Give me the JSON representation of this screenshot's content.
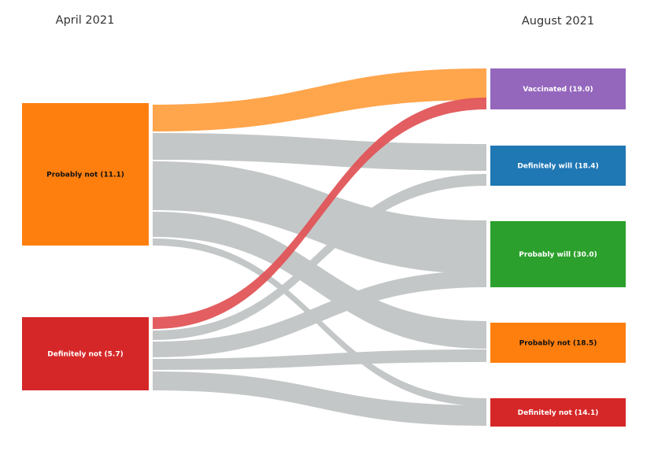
{
  "columns": {
    "left_title": "April 2021",
    "right_title": "August 2021"
  },
  "colors": {
    "vaccinated": "#9467bd",
    "definitely_will": "#1f77b4",
    "probably_will": "#2ca02c",
    "probably_not": "#ff7f0e",
    "definitely_not": "#d62728",
    "gray_link": "#c4c7c7"
  },
  "nodes": {
    "left": [
      {
        "id": "L_PN",
        "label": "Probably not (11.1)",
        "value": 11.1,
        "color": "#ff7f0e",
        "text_color": "#111111"
      },
      {
        "id": "L_DN",
        "label": "Definitely not (5.7)",
        "value": 5.7,
        "color": "#d62728",
        "text_color": "#ffffff"
      }
    ],
    "right": [
      {
        "id": "R_VAC",
        "label": "Vaccinated (19.0)",
        "value": 19.0,
        "color": "#9467bd",
        "text_color": "#ffffff"
      },
      {
        "id": "R_DW",
        "label": "Definitely will (18.4)",
        "value": 18.4,
        "color": "#1f77b4",
        "text_color": "#ffffff"
      },
      {
        "id": "R_PW",
        "label": "Probably will (30.0)",
        "value": 30.0,
        "color": "#2ca02c",
        "text_color": "#ffffff"
      },
      {
        "id": "R_PN",
        "label": "Probably not (18.5)",
        "value": 18.5,
        "color": "#ff7f0e",
        "text_color": "#111111"
      },
      {
        "id": "R_DN",
        "label": "Definitely not (14.1)",
        "value": 14.1,
        "color": "#d62728",
        "text_color": "#ffffff"
      }
    ]
  },
  "flows": [
    {
      "source": "L_PN",
      "target": "R_VAC",
      "value": 2.3,
      "color": "#ffa042"
    },
    {
      "source": "L_PN",
      "target": "R_DW",
      "value": 2.3,
      "color": "#c4c7c7"
    },
    {
      "source": "L_PN",
      "target": "R_PW",
      "value": 3.9,
      "color": "#c4c7c7"
    },
    {
      "source": "L_PN",
      "target": "R_PN",
      "value": 2.1,
      "color": "#c4c7c7"
    },
    {
      "source": "L_PN",
      "target": "R_DN",
      "value": 0.5,
      "color": "#c4c7c7"
    },
    {
      "source": "L_DN",
      "target": "R_VAC",
      "value": 0.9,
      "color": "#e05559"
    },
    {
      "source": "L_DN",
      "target": "R_DW",
      "value": 0.7,
      "color": "#c4c7c7"
    },
    {
      "source": "L_DN",
      "target": "R_PW",
      "value": 1.2,
      "color": "#c4c7c7"
    },
    {
      "source": "L_DN",
      "target": "R_PN",
      "value": 1.0,
      "color": "#c4c7c7"
    },
    {
      "source": "L_DN",
      "target": "R_DN",
      "value": 1.4,
      "color": "#c4c7c7"
    }
  ]
}
